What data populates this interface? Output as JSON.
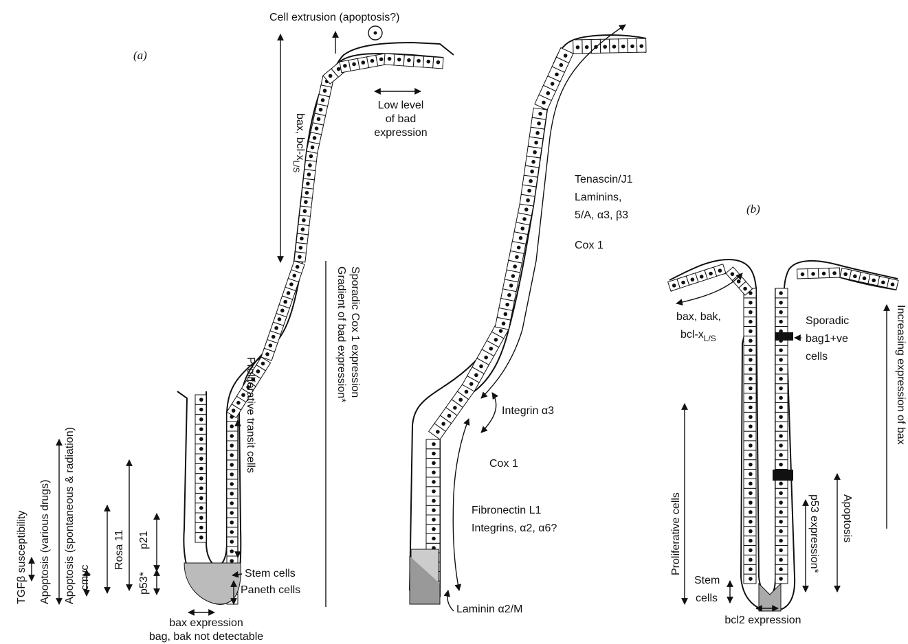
{
  "panels": {
    "a_label": "(a)",
    "b_label": "(b)"
  },
  "panel_a": {
    "cell_extrusion": "Cell extrusion (apoptosis?)",
    "low_level": [
      "Low level",
      "of bad",
      "expression"
    ],
    "bax_bcl": "bax, bcl-x",
    "bax_bcl_sub": "L/S",
    "sporadic_cox": "Sporadic Cox 1 expression",
    "gradient_bad": "Gradient of bad expression*",
    "proliferative_transit": "Proliferative transit cells",
    "stem_cells": "Stem cells",
    "paneth_cells": "Paneth cells",
    "bax_expression": "bax expression",
    "bag_bak": "bag, bak not detectable",
    "left_labels": {
      "tgf": "TGFβ susceptibility",
      "apoptosis_drugs": "Apoptosis (various drugs)",
      "apoptosis_spont": "Apoptosis (spontaneous & radiation)",
      "cmyc": "cmyc",
      "rosa": "Rosa 11",
      "p21": "p21",
      "p53": "p53*"
    }
  },
  "panel_middle": {
    "tenascin": "Tenascin/J1",
    "laminins": "Laminins,",
    "laminins_sub": "5/A, α3, β3",
    "cox1_top": "Cox 1",
    "integrin_a3": "Integrin α3",
    "cox1_mid": "Cox 1",
    "fibronectin": "Fibronectin L1",
    "integrins": "Integrins, α2, α6?",
    "laminin_a2m": "Laminin α2/M"
  },
  "panel_b": {
    "bax_bak": [
      "bax, bak,",
      "bcl-x"
    ],
    "bax_bak_sub": "L/S",
    "sporadic_bag": [
      "Sporadic",
      "bag1+ve",
      "cells"
    ],
    "increasing_bax": "Increasing expression of bax",
    "proliferative": "Proliferative cells",
    "stem_cells": [
      "Stem",
      "cells"
    ],
    "p53_expression": "p53 expression*",
    "apoptosis": "Apoptosis",
    "bcl2": "bcl2 expression"
  }
}
